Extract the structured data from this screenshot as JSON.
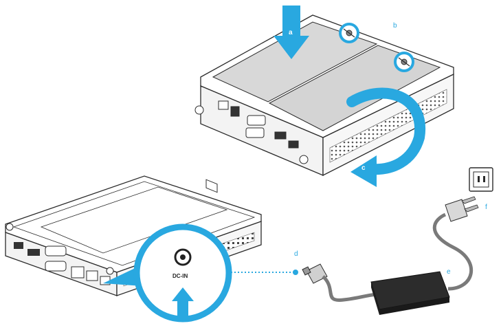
{
  "labels": {
    "a": "a",
    "b": "b",
    "c": "c",
    "d": "d",
    "e": "e",
    "f": "f",
    "dc_in": "DC-IN"
  },
  "colors": {
    "accent": "#29a8e0",
    "line": "#2b2b2b",
    "panel": "#d8d8d8",
    "panel_dark": "#bdbdbd",
    "vent": "#6b6b6b"
  }
}
